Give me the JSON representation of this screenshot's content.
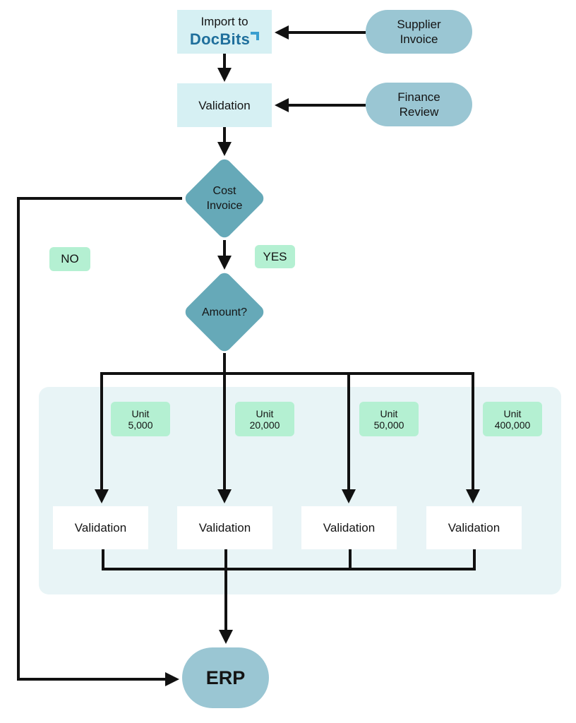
{
  "nodes": {
    "import": {
      "label": "Import to",
      "logo_prefix": "Doc",
      "logo_suffix": "Bits"
    },
    "supplier_invoice": {
      "label_line1": "Supplier",
      "label_line2": "Invoice"
    },
    "validation_main": {
      "label": "Validation"
    },
    "finance_review": {
      "label_line1": "Finance",
      "label_line2": "Review"
    },
    "cost_invoice": {
      "label_line1": "Cost",
      "label_line2": "Invoice"
    },
    "amount": {
      "label": "Amount?"
    },
    "erp": {
      "label": "ERP"
    }
  },
  "decision_labels": {
    "no": "NO",
    "yes": "YES"
  },
  "branches": [
    {
      "unit_label": "Unit",
      "unit_value": "5,000",
      "validation_label": "Validation"
    },
    {
      "unit_label": "Unit",
      "unit_value": "20,000",
      "validation_label": "Validation"
    },
    {
      "unit_label": "Unit",
      "unit_value": "50,000",
      "validation_label": "Validation"
    },
    {
      "unit_label": "Unit",
      "unit_value": "400,000",
      "validation_label": "Validation"
    }
  ],
  "colors": {
    "process_fill": "#d6f0f3",
    "terminal_fill": "#9ac6d3",
    "decision_fill": "#66a9b8",
    "tag_fill": "#b4f0d2",
    "panel_fill": "#e8f4f6",
    "logo_color": "#1f6f9c",
    "connector": "#111111"
  }
}
